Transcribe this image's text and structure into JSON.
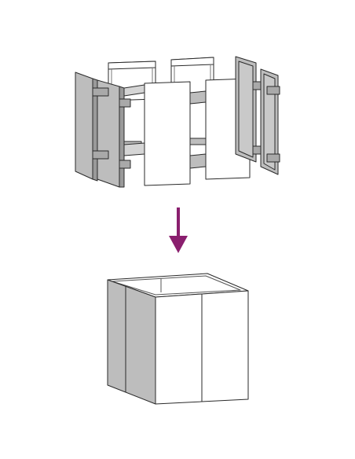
{
  "figure": {
    "kind": "assembly-diagram",
    "steps": [
      {
        "id": "exploded-parts",
        "panel_count": 8
      },
      {
        "id": "assembled-planter"
      }
    ],
    "arrow_direction": "down"
  },
  "colors": {
    "background": "#ffffff",
    "panel_face": "#ffffff",
    "panel_side": "#bdbdbd",
    "panel_shade": "#a9a9a9",
    "outline": "#2a2a2a",
    "arrow": "#8a1f6e"
  },
  "icons": {
    "arrow": "arrow-down-icon"
  }
}
